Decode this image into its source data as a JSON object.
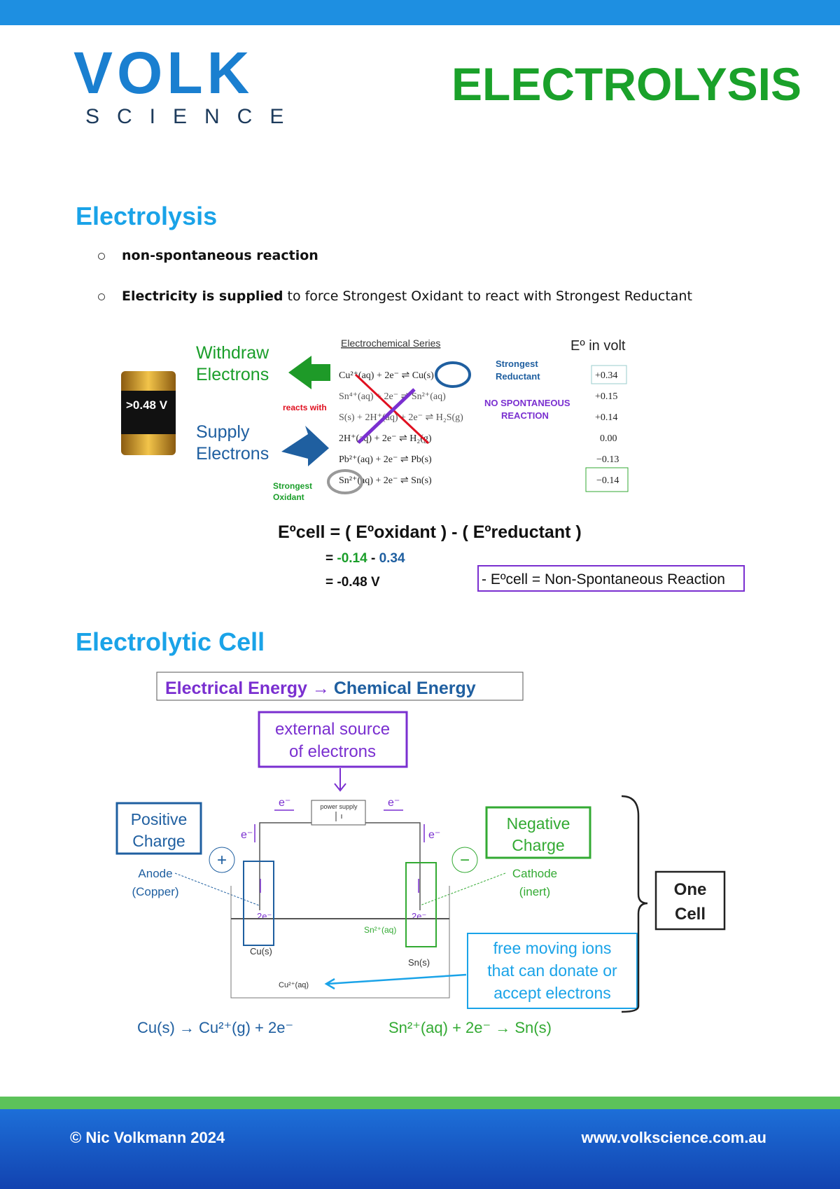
{
  "header": {
    "logo": "VOLK",
    "logo_sub": "SCIENCE",
    "title": "ELECTROLYSIS"
  },
  "section1": {
    "heading": "Electrolysis",
    "bullets": [
      {
        "bold": "non-spontaneous reaction",
        "rest": ""
      },
      {
        "bold": "Electricity is supplied",
        "rest": " to force Strongest Oxidant to react with Strongest Reductant"
      }
    ]
  },
  "series": {
    "title": "Electrochemical Series",
    "eo_header": "Eº in volt",
    "battery": ">0.48 V",
    "withdraw": [
      "Withdraw",
      "Electrons"
    ],
    "supply": [
      "Supply",
      "Electrons"
    ],
    "strongest_reductant": [
      "Strongest",
      "Reductant"
    ],
    "strongest_oxidant": [
      "Strongest",
      "Oxidant"
    ],
    "reacts_with": "reacts with",
    "no_spont": [
      "NO SPONTANEOUS",
      "REACTION"
    ],
    "rows": [
      {
        "eq": "Cu²⁺(aq) + 2e⁻ ⇌ Cu(s)",
        "e": "+0.34"
      },
      {
        "eq": "Sn⁴⁺(aq) + 2e⁻ ⇌ Sn²⁺(aq)",
        "e": "+0.15"
      },
      {
        "eq": "S(s) + 2H⁺(aq) + 2e⁻ ⇌ H₂S(g)",
        "e": "+0.14"
      },
      {
        "eq": "2H⁺(aq) + 2e⁻ ⇌ H₂(g)",
        "e": "0.00"
      },
      {
        "eq": "Pb²⁺(aq) + 2e⁻ ⇌ Pb(s)",
        "e": "−0.13"
      },
      {
        "eq": "Sn²⁺(aq) + 2e⁻ ⇌ Sn(s)",
        "e": "−0.14"
      }
    ]
  },
  "formula": {
    "line1": "Eºcell = ( Eºoxidant ) - ( Eºreductant )",
    "line2a": "= ",
    "line2b": "-0.14",
    "line2c": " - ",
    "line2d": "0.34",
    "line3": "= -0.48 V",
    "note": "- Eºcell = Non-Spontaneous Reaction"
  },
  "section2": {
    "heading": "Electrolytic Cell",
    "energy_a": "Electrical Energy →",
    "energy_b": "Chemical Energy",
    "external": [
      "external source",
      "of electrons"
    ],
    "power_supply": "power supply",
    "positive": [
      "Positive",
      "Charge"
    ],
    "negative": [
      "Negative",
      "Charge"
    ],
    "anode": [
      "Anode",
      "(Copper)"
    ],
    "cathode": [
      "Cathode",
      "(inert)"
    ],
    "one_cell": [
      "One",
      "Cell"
    ],
    "free_ions": [
      "free moving ions",
      "that can donate or",
      "accept electrons"
    ],
    "electron": "e⁻",
    "two_e": "2e⁻",
    "cu_s": "Cu(s)",
    "cu2": "Cu²⁺(aq)",
    "sn2": "Sn²⁺(aq)",
    "sn_s": "Sn(s)",
    "eq_anode": "Cu(s) → Cu²⁺(g) + 2e⁻",
    "eq_cathode": "Sn²⁺(aq) + 2e⁻ → Sn(s)"
  },
  "footer": {
    "copyright": "© Nic Volkmann 2024",
    "url": "www.volkscience.com.au"
  }
}
